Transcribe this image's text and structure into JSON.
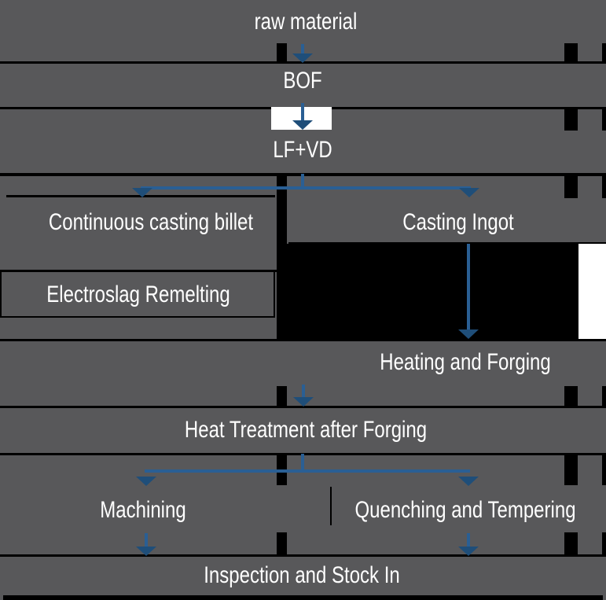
{
  "diagram": {
    "type": "flowchart",
    "subject": "steel production process flow",
    "nodes": [
      {
        "id": "raw_material",
        "label": "raw material"
      },
      {
        "id": "bof",
        "label": "BOF"
      },
      {
        "id": "lf_vd",
        "label": "LF+VD"
      },
      {
        "id": "continuous_casting_billet",
        "label": "Continuous casting billet"
      },
      {
        "id": "casting_ingot",
        "label": "Casting Ingot"
      },
      {
        "id": "electroslag_remelting",
        "label": "Electroslag Remelting"
      },
      {
        "id": "heating_forging",
        "label": "Heating and Forging"
      },
      {
        "id": "heat_treatment",
        "label": "Heat Treatment after Forging"
      },
      {
        "id": "machining",
        "label": "Machining"
      },
      {
        "id": "quenching_tempering",
        "label": "Quenching and Tempering"
      },
      {
        "id": "inspection_stock_in",
        "label": "Inspection and Stock In"
      }
    ],
    "edges": [
      {
        "from": "raw_material",
        "to": "bof"
      },
      {
        "from": "bof",
        "to": "lf_vd"
      },
      {
        "from": "lf_vd",
        "to": "continuous_casting_billet"
      },
      {
        "from": "lf_vd",
        "to": "casting_ingot"
      },
      {
        "from": "casting_ingot",
        "to": "heating_forging"
      },
      {
        "from": "heating_forging",
        "to": "heat_treatment"
      },
      {
        "from": "heat_treatment",
        "to": "machining"
      },
      {
        "from": "heat_treatment",
        "to": "quenching_tempering"
      },
      {
        "from": "machining",
        "to": "inspection_stock_in"
      },
      {
        "from": "quenching_tempering",
        "to": "inspection_stock_in"
      }
    ],
    "colors": {
      "background": "#58585a",
      "separator": "#000000",
      "arrow_line": "#2a5f94",
      "arrow_head": "#1f4e79",
      "label_text": "#ffffff",
      "highlight": "#ffffff"
    }
  }
}
